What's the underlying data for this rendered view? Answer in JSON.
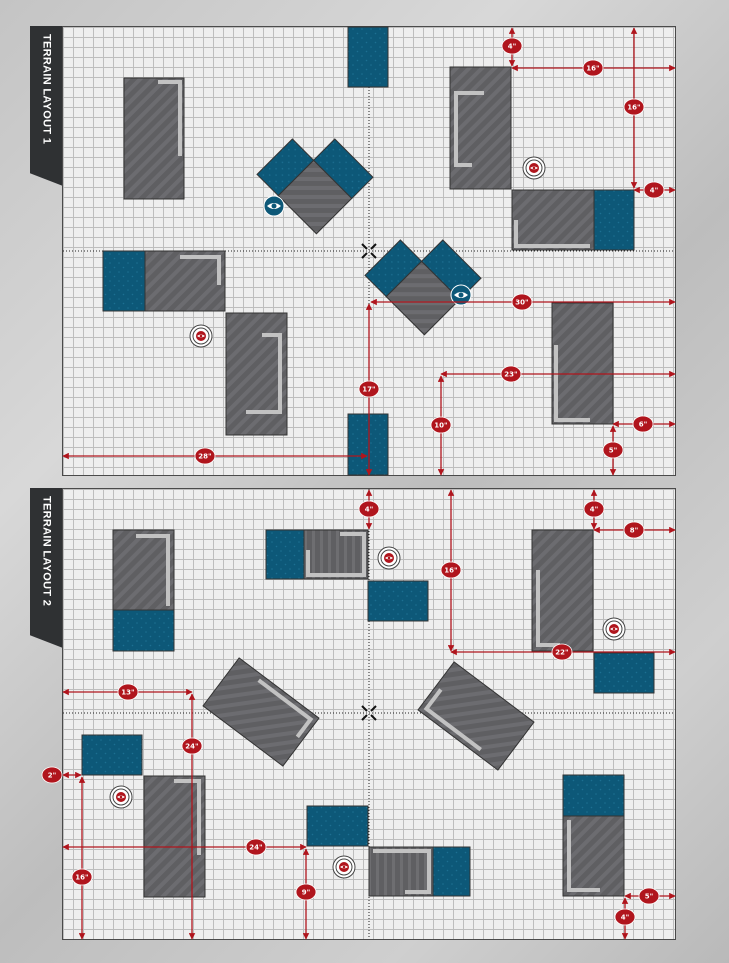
{
  "layouts": [
    {
      "title": "TERRAIN LAYOUT 1",
      "measurements": [
        "4\"",
        "16\"",
        "16\"",
        "4\"",
        "30\"",
        "23\"",
        "6\"",
        "5\"",
        "10\"",
        "17\"",
        "28\""
      ],
      "icons": [
        "eye-icon",
        "eye-icon",
        "objective-marker-icon",
        "objective-marker-icon",
        "center-marker-icon"
      ]
    },
    {
      "title": "TERRAIN LAYOUT 2",
      "measurements": [
        "4\"",
        "16\"",
        "4\"",
        "8\"",
        "22\"",
        "13\"",
        "24\"",
        "2\"",
        "24\"",
        "16\"",
        "9\"",
        "5\"",
        "4\""
      ],
      "icons": [
        "objective-marker-icon",
        "objective-marker-icon",
        "objective-marker-icon",
        "objective-marker-icon",
        "center-marker-icon"
      ]
    }
  ],
  "colors": {
    "ruin": "#5f5f62",
    "ruin_stripe": "#6e6e71",
    "ruin_wall": "#c2c2c2",
    "blue_zone": "#0d5878",
    "measure_red": "#b0151d",
    "background": "#eeeeee",
    "tab": "#2f3133"
  }
}
